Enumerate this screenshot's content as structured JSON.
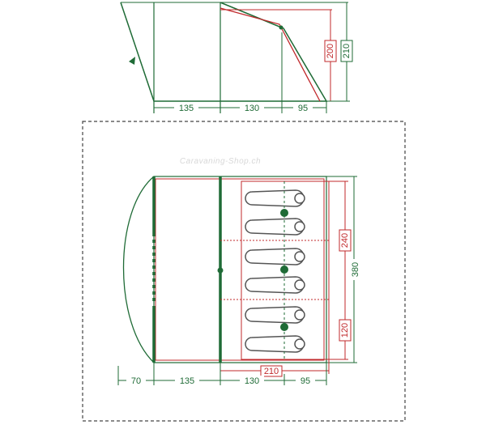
{
  "watermark": "Caravaning-Shop.ch",
  "colors": {
    "outline": "#1f6b36",
    "inner": "#c0282b",
    "dashed": "#444444",
    "background": "#ffffff"
  },
  "side_view": {
    "width_labels": [
      "135",
      "130",
      "95"
    ],
    "height_inner": "200",
    "height_outer": "210"
  },
  "floor_plan": {
    "width_labels": [
      "70",
      "135",
      "130",
      "95"
    ],
    "inner_width": "210",
    "height_total": "380",
    "room_upper": "240",
    "room_lower": "120",
    "sleeping_places": 6
  }
}
